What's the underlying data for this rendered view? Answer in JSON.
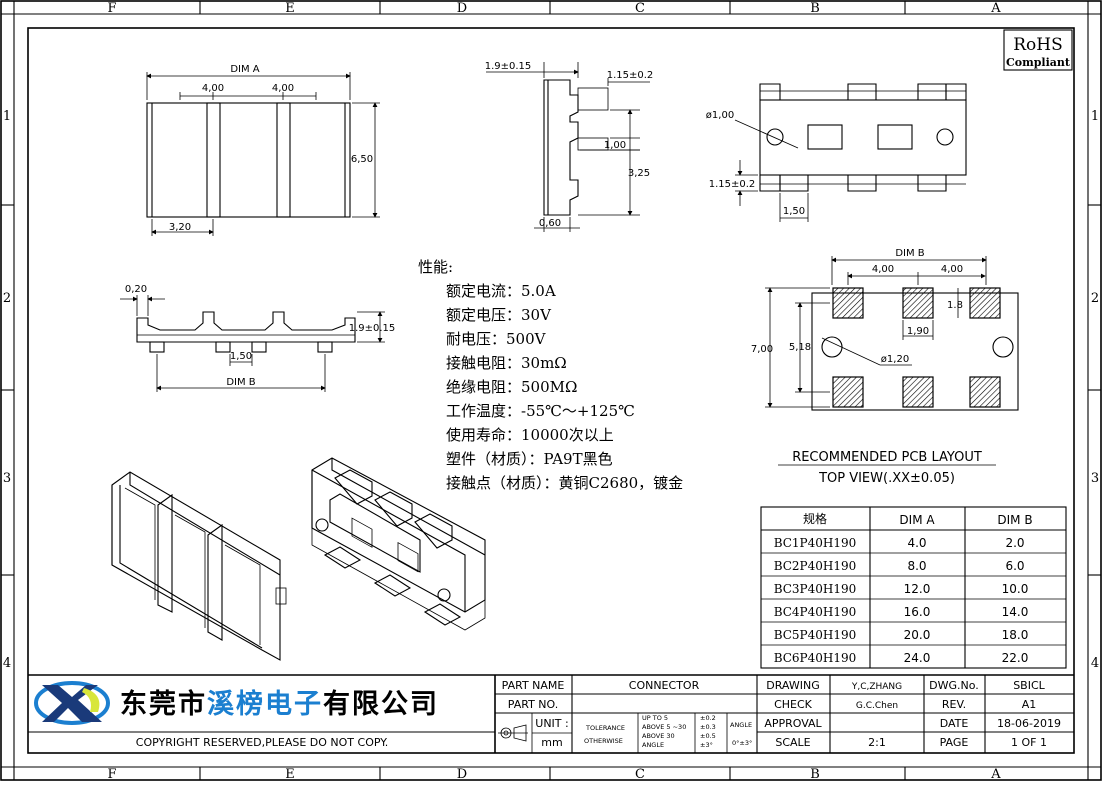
{
  "zones": {
    "columns": [
      "F",
      "E",
      "D",
      "C",
      "B",
      "A"
    ],
    "rows": [
      "1",
      "2",
      "3",
      "4"
    ]
  },
  "rohs": {
    "line1": "RoHS",
    "line2": "Compliant"
  },
  "dims": {
    "dim_a": "DIM A",
    "dim_b": "DIM B",
    "pitch1": "4,00",
    "pitch2": "4,00",
    "height_650": "6,50",
    "width_320": "3,20",
    "side_190": "1.9±0.15",
    "side_115": "1.15±0.2",
    "side_100": "1,00",
    "side_325": "3,25",
    "side_060": "0,60",
    "hole_100": "ø1,00",
    "b_115": "1.15±0.2",
    "b_150": "1,50",
    "front_020": "0,20",
    "front_190": "1.9±0.15",
    "front_150": "1,50",
    "pcb_dimb": "DIM B",
    "pcb_400a": "4,00",
    "pcb_400b": "4,00",
    "pcb_18": "1.8",
    "pcb_190": "1,90",
    "pcb_700": "7,00",
    "pcb_518": "5,18",
    "pcb_hole": "ø1,20"
  },
  "specs": {
    "title": "性能:",
    "lines": [
      "额定电流：5.0A",
      "额定电压：30V",
      "耐电压：500V",
      "接触电阻：30mΩ",
      "绝缘电阻：500MΩ",
      "工作温度：-55℃～+125℃",
      "使用寿命：10000次以上",
      "塑件（材质）：PA9T黑色",
      "接触点（材质）：黄铜C2680，镀金"
    ]
  },
  "pcb_caption": {
    "line1": "RECOMMENDED PCB LAYOUT",
    "line2": "TOP VIEW(.XX±0.05)"
  },
  "table": {
    "headers": [
      "规格",
      "DIM A",
      "DIM B"
    ],
    "rows": [
      [
        "BC1P40H190",
        "4.0",
        "2.0"
      ],
      [
        "BC2P40H190",
        "8.0",
        "6.0"
      ],
      [
        "BC3P40H190",
        "12.0",
        "10.0"
      ],
      [
        "BC4P40H190",
        "16.0",
        "14.0"
      ],
      [
        "BC5P40H190",
        "20.0",
        "18.0"
      ],
      [
        "BC6P40H190",
        "24.0",
        "22.0"
      ]
    ]
  },
  "title_block": {
    "company": "东莞市溪榜电子有限公司",
    "company_highlight": "溪榜电子",
    "copyright": "COPYRIGHT RESERVED,PLEASE DO NOT COPY.",
    "part_name_label": "PART NAME",
    "part_name": "CONNECTOR",
    "part_no_label": "PART NO.",
    "unit_label": "UNIT :",
    "unit": "mm",
    "tolerance_label": "TOLERANCE",
    "otherwise_label": "OTHERWISE",
    "tol_rows": [
      [
        "UP TO 5",
        "±0.2"
      ],
      [
        "ABOVE 5 ~30",
        "±0.3"
      ],
      [
        "ABOVE 30",
        "±0.5"
      ],
      [
        "ANGLE",
        "±3°"
      ]
    ],
    "angle_label": "ANGLE",
    "angle_value": "0°±3°",
    "drawing_label": "DRAWING",
    "drawing": "Y,C,ZHANG",
    "check_label": "CHECK",
    "check": "G.C.Chen",
    "approval_label": "APPROVAL",
    "scale_label": "SCALE",
    "scale": "2:1",
    "dwg_label": "DWG.No.",
    "dwg": "SBICL",
    "rev_label": "REV.",
    "rev": "A1",
    "date_label": "DATE",
    "date": "18-06-2019",
    "page_label": "PAGE",
    "page": "1 OF 1"
  }
}
